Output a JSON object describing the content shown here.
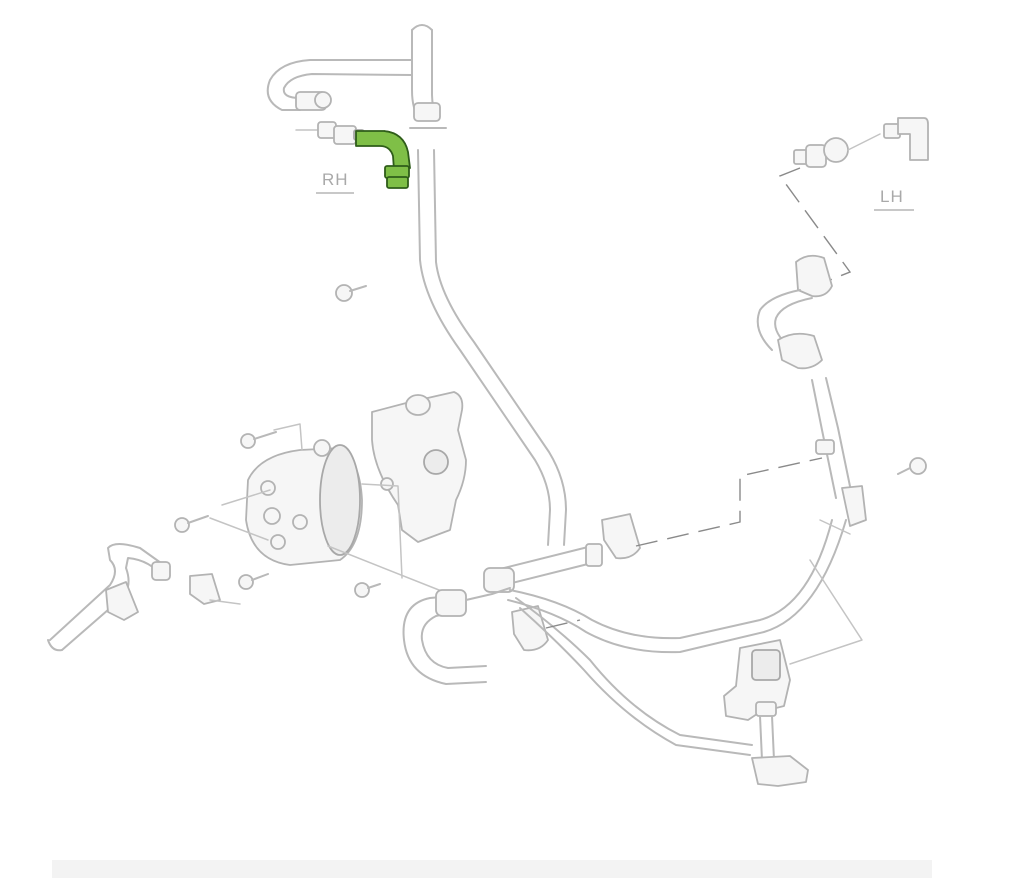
{
  "labels": {
    "rh": "RH",
    "lh": "LH"
  },
  "colors": {
    "highlight": "#7fbf47",
    "highlight_outline": "#2f5d1a",
    "linework": "#b9b9b9"
  },
  "highlighted_part": "rh-elbow-hose-fitting"
}
